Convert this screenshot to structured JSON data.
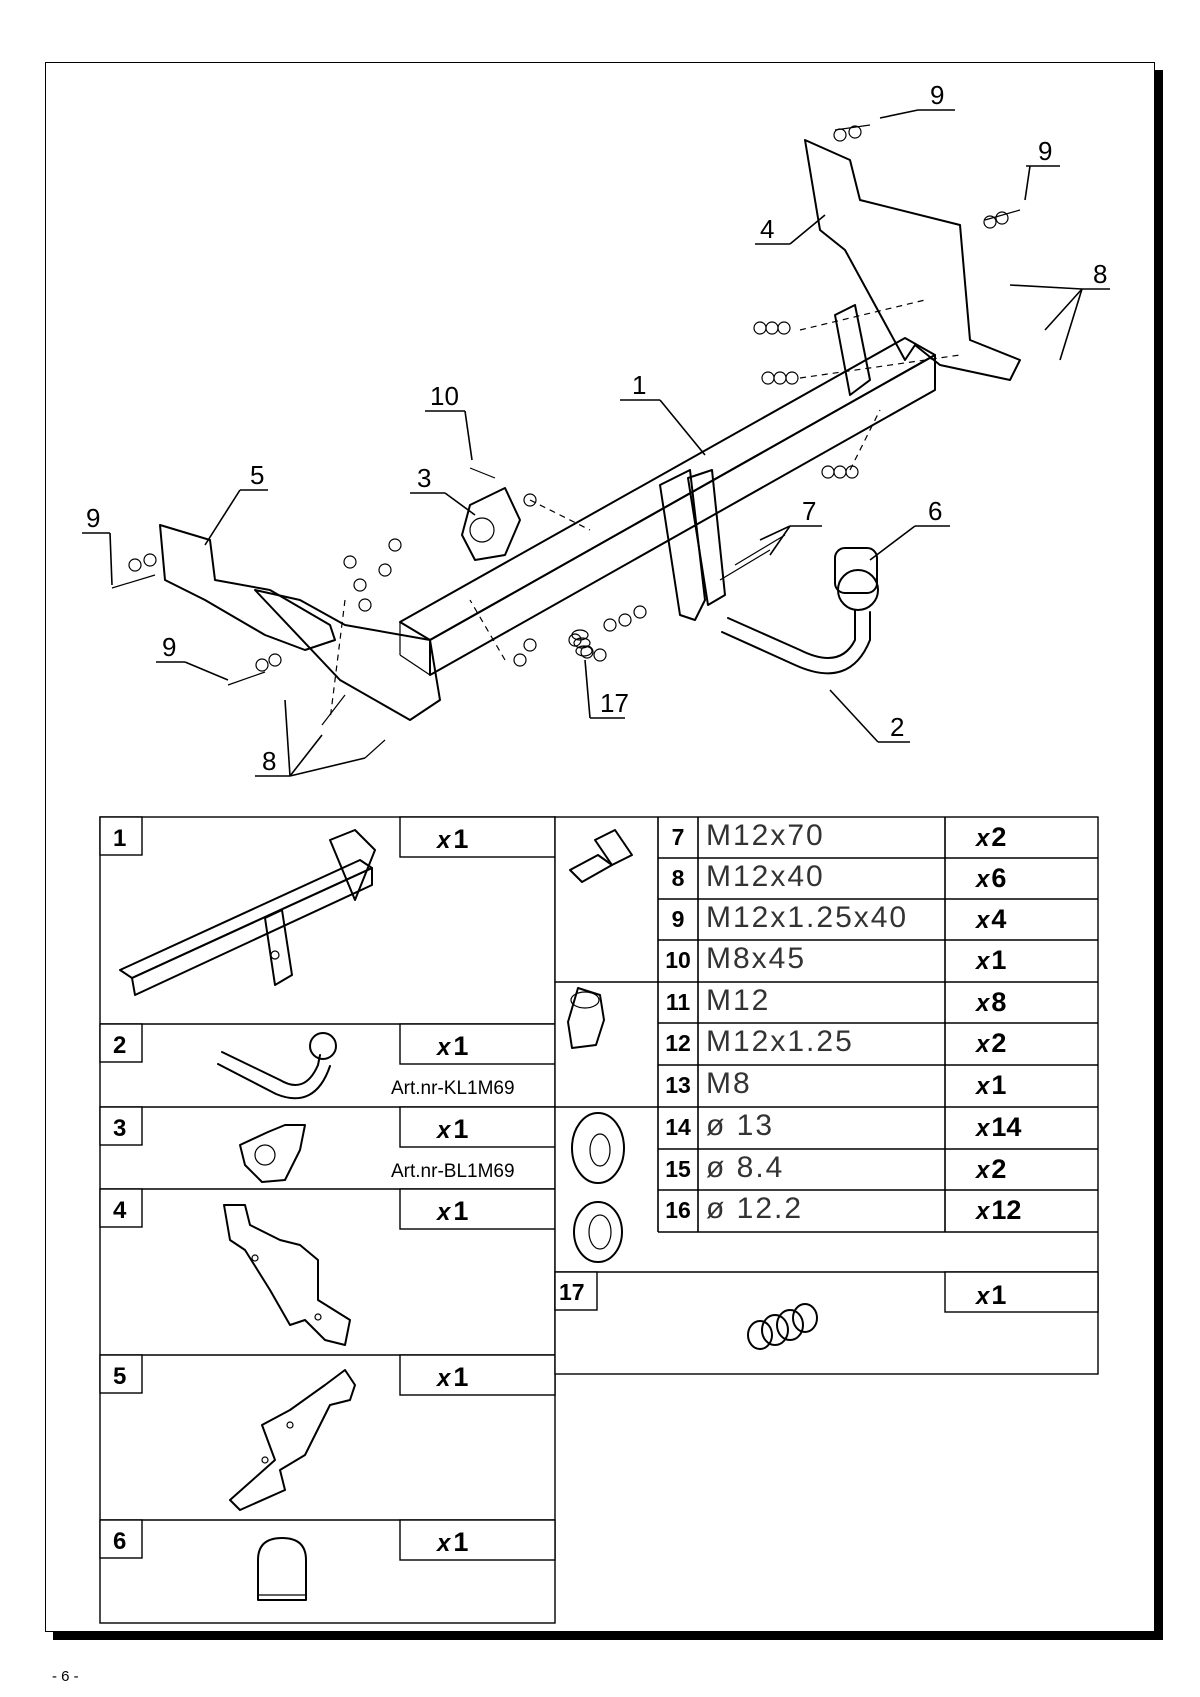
{
  "page_number": "- 6 -",
  "diagram_labels": [
    "1",
    "2",
    "3",
    "4",
    "5",
    "6",
    "7",
    "8",
    "8",
    "9",
    "9",
    "9",
    "9",
    "10",
    "17"
  ],
  "parts_left": [
    {
      "num": "1",
      "qty_x": "x",
      "qty": "1",
      "art": ""
    },
    {
      "num": "2",
      "qty_x": "x",
      "qty": "1",
      "art": "Art.nr-KL1M69"
    },
    {
      "num": "3",
      "qty_x": "x",
      "qty": "1",
      "art": "Art.nr-BL1M69"
    },
    {
      "num": "4",
      "qty_x": "x",
      "qty": "1",
      "art": ""
    },
    {
      "num": "5",
      "qty_x": "x",
      "qty": "1",
      "art": ""
    },
    {
      "num": "6",
      "qty_x": "x",
      "qty": "1",
      "art": ""
    }
  ],
  "hardware": [
    {
      "num": "7",
      "spec": "M12x70",
      "qty_x": "x",
      "qty": "2"
    },
    {
      "num": "8",
      "spec": "M12x40",
      "qty_x": "x",
      "qty": "6"
    },
    {
      "num": "9",
      "spec": "M12x1.25x40",
      "qty_x": "x",
      "qty": "4"
    },
    {
      "num": "10",
      "spec": "M8x45",
      "qty_x": "x",
      "qty": "1"
    },
    {
      "num": "11",
      "spec": "M12",
      "qty_x": "x",
      "qty": "8"
    },
    {
      "num": "12",
      "spec": "M12x1.25",
      "qty_x": "x",
      "qty": "2"
    },
    {
      "num": "13",
      "spec": "M8",
      "qty_x": "x",
      "qty": "1"
    },
    {
      "num": "14",
      "spec": "ø 13",
      "qty_x": "x",
      "qty": "14"
    },
    {
      "num": "15",
      "spec": "ø 8.4",
      "qty_x": "x",
      "qty": "2"
    },
    {
      "num": "16",
      "spec": "ø 12.2",
      "qty_x": "x",
      "qty": "12"
    }
  ],
  "spring": {
    "num": "17",
    "qty_x": "x",
    "qty": "1"
  }
}
